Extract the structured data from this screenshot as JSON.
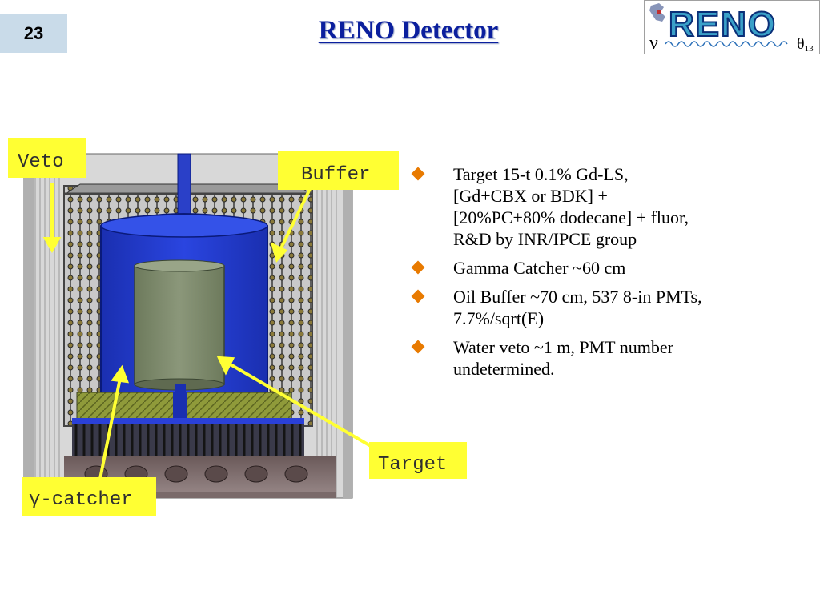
{
  "slide": {
    "number": "23",
    "title": "RENO Detector"
  },
  "logo": {
    "text": "RENO",
    "nu_symbol": "ν",
    "theta_symbol": "θ",
    "theta_subscript": "13"
  },
  "diagram": {
    "labels": {
      "veto": "Veto",
      "buffer": "Buffer",
      "target": "Target",
      "gamma_catcher": "γ-catcher"
    }
  },
  "bullets": [
    {
      "lines": [
        "Target 15-t 0.1% Gd-LS,",
        "[Gd+CBX or BDK] +",
        "[20%PC+80% dodecane] + fluor,",
        "R&D by INR/IPCE group"
      ],
      "icon": "diamond-bullet-icon"
    },
    {
      "lines": [
        "Gamma Catcher ~60 cm"
      ],
      "icon": "diamond-bullet-icon"
    },
    {
      "lines": [
        "Oil Buffer ~70 cm, 537 8-in PMTs,",
        "7.7%/sqrt(E)"
      ],
      "icon": "diamond-bullet-icon"
    },
    {
      "lines": [
        "Water veto ~1 m, PMT number",
        "undetermined."
      ],
      "icon": "diamond-bullet-icon"
    }
  ],
  "colors": {
    "title": "#0b1f9e",
    "label_box": "#ffff33",
    "arrow": "#ffff33",
    "bullet": "#e87a00",
    "slide_number_bg": "#c9dbe9"
  }
}
